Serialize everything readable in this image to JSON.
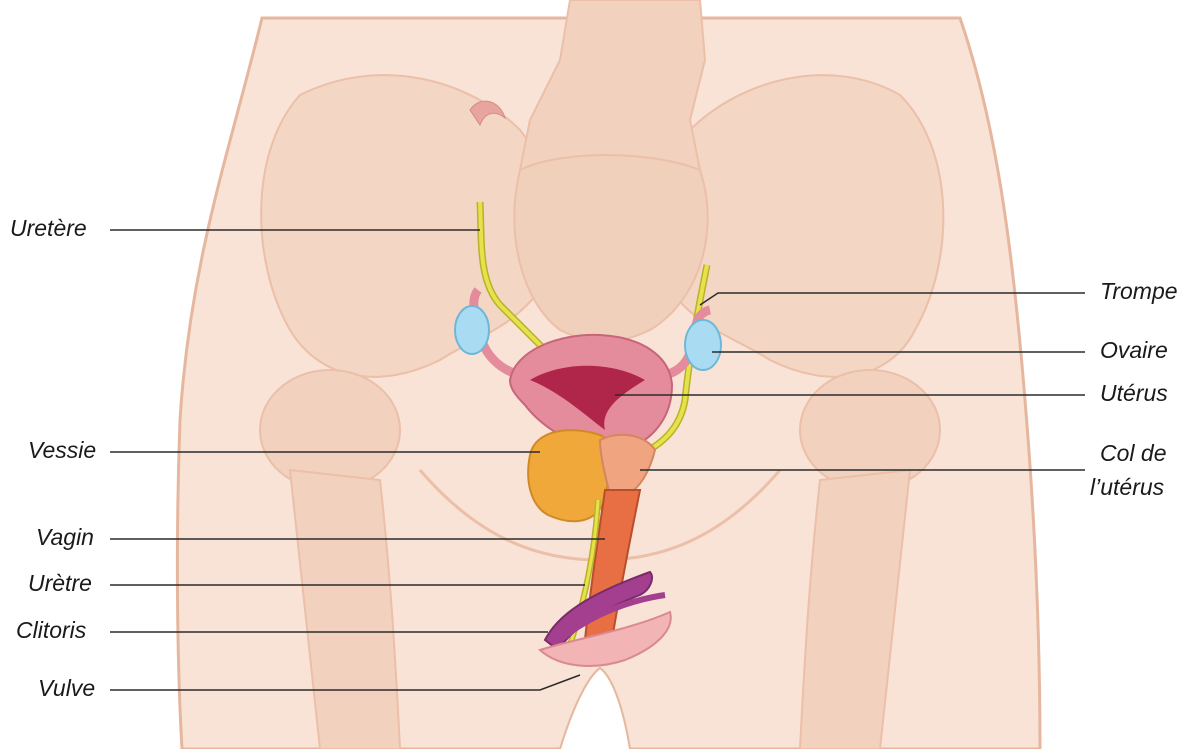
{
  "diagram": {
    "labels_left": [
      {
        "id": "uretere",
        "text": "Uretère"
      },
      {
        "id": "vessie",
        "text": "Vessie"
      },
      {
        "id": "vagin",
        "text": "Vagin"
      },
      {
        "id": "uretre",
        "text": "Urètre"
      },
      {
        "id": "clitoris",
        "text": "Clitoris"
      },
      {
        "id": "vulve",
        "text": "Vulve"
      }
    ],
    "labels_right": [
      {
        "id": "trompe",
        "text": "Trompe"
      },
      {
        "id": "ovaire",
        "text": "Ovaire"
      },
      {
        "id": "uterus",
        "text": "Utérus"
      },
      {
        "id": "col",
        "text": "Col de",
        "text2": "l’utérus"
      }
    ],
    "colors": {
      "body": "#f8e3d6",
      "outline": "#e6b79f",
      "bone": "#f4d6c4",
      "ureter": "#e8e24a",
      "uterus": "#e58c9c",
      "uterus_inner": "#b0264a",
      "bladder": "#f0a83b",
      "ovary": "#a9dcf2",
      "clitoris": "#a33f8e",
      "vagina": "#e86f43",
      "leader": "#2b2b2b"
    }
  }
}
